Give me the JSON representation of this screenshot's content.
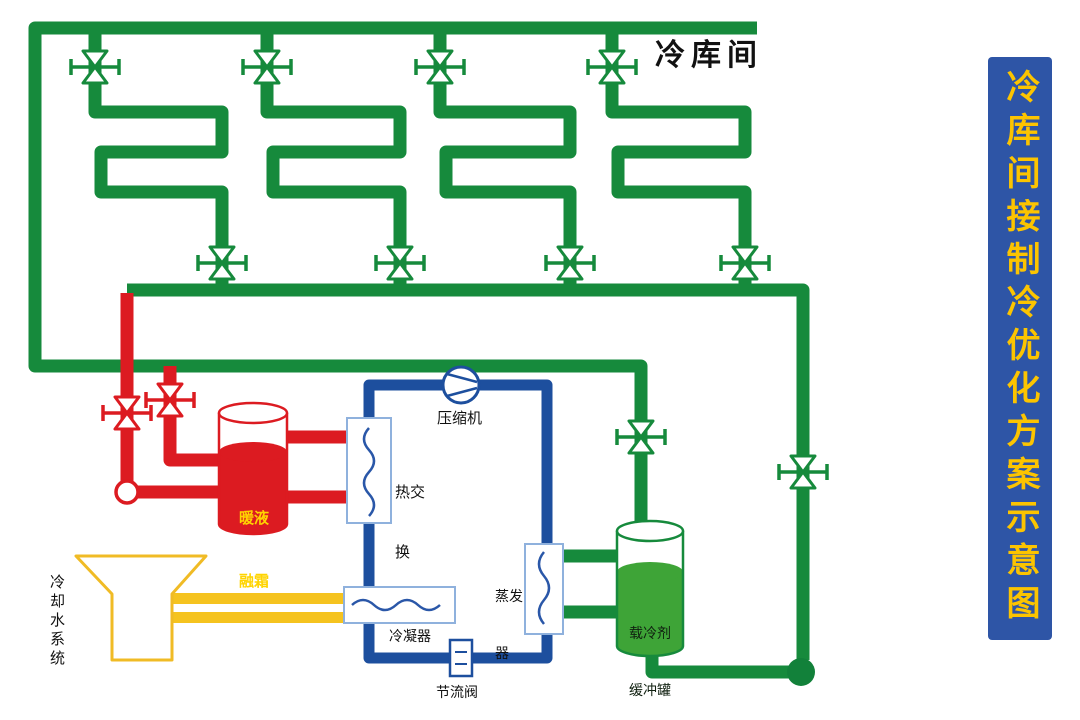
{
  "title_banner": {
    "text": "冷库间接制冷优化方案示意图",
    "bg_color": "#2e55a6",
    "text_color": "#fcc400"
  },
  "labels": {
    "cold_room": "冷库间",
    "compressor": "压缩机",
    "heat_exchanger": [
      "热交",
      "换"
    ],
    "defrost_tank": [
      "暖液",
      "融霜"
    ],
    "evaporator": [
      "蒸发",
      "器"
    ],
    "condenser": "冷凝器",
    "throttle_valve": "节流阀",
    "buffer_tank": [
      "载冷剂",
      "缓冲罐"
    ],
    "cooling_water_system": "冷却水系统"
  },
  "colors": {
    "coolant_pipe_green": "#168a3c",
    "defrost_pipe_red": "#dc1b21",
    "refrigerant_pipe_blue": "#1d4f9e",
    "cooling_water_yellow": "#f5c31f",
    "buffer_tank_liquid": "#3ea437",
    "defrost_label_yellow": "#ffd400"
  }
}
